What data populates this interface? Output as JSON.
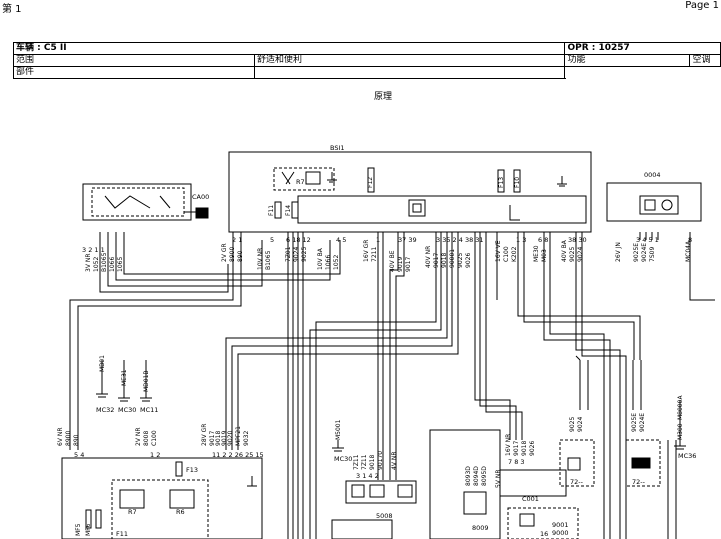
{
  "page_header": {
    "left": "第 1",
    "right": "Page 1"
  },
  "info_table": {
    "vehicle_label": "车辆 : C5 II",
    "opr_label": "OPR : 10257",
    "scope_label": "范围",
    "scope_value": "舒适和便利",
    "function_label": "功能",
    "function_value": "空调",
    "component_label": "部件"
  },
  "principle_label": "原理",
  "components": {
    "bsi1": "BSI1",
    "ca00": "CA00",
    "c004": "0004",
    "c001": "C001",
    "c5008": "5008",
    "c8009": "8009",
    "f12": "F12",
    "f13_top": "F13",
    "f10": "F10",
    "f11_top": "F11",
    "f14": "F14",
    "r7_top": "R7",
    "f13_low": "F13",
    "r7_low": "R7",
    "r6": "R6",
    "f11_low": "F11",
    "n72a": "72--",
    "n72b": "72--",
    "n16": "16",
    "n9001": "9001",
    "n9000": "9000"
  },
  "grounds": {
    "mb01": "MB01",
    "me31": "ME31",
    "md01b": "MD01B",
    "mc32": "MC32",
    "mc30": "MC30",
    "mc11": "MC11",
    "m5001": "M5001",
    "mc30b": "MC30",
    "m8000a": "M8000A",
    "m300": "M300",
    "mc36": "MC36",
    "mc04a": "MC04A"
  },
  "connectors": {
    "ca00_conn": "3V NR",
    "ca00_wires": [
      "1052",
      "B1065",
      "1066",
      "1065"
    ],
    "bsi_c1": "2V GR",
    "bsi_c1_wires": [
      "8900",
      "890"
    ],
    "bsi_c2": "10V NR",
    "bsi_c2_wires": [
      "B1065"
    ],
    "bsi_c3_wires": [
      "7Z01",
      "9024",
      "9025"
    ],
    "bsi_c4": "10V BA",
    "bsi_c4_wires": [
      "1066",
      "1052"
    ],
    "bsi_c5": "16V GR",
    "bsi_c5_wires": [
      "7211"
    ],
    "bsi_c6": "40V BE",
    "bsi_c6_wires": [
      "9019",
      "9017"
    ],
    "bsi_c7": "40V NR",
    "bsi_c7_wires": [
      "9017",
      "9018",
      "90001",
      "9025",
      "9026"
    ],
    "bsi_c8": "16V VE",
    "bsi_c8_wires": [
      "C100",
      "K202"
    ],
    "bsi_c9_wires": [
      "ME30",
      "M03"
    ],
    "bsi_c10": "40V BA",
    "bsi_c10_wires": [
      "9025",
      "9024"
    ],
    "c004_conn": "26V JN",
    "c004_wires": [
      "9025E",
      "9024E",
      "7S09"
    ],
    "pin_rows": {
      "ca00": "3 2 1 1",
      "bsi_a": "2 1",
      "bsi_b": "5",
      "bsi_c": "6 18 12",
      "bsi_d": "4 5",
      "bsi_e": "1",
      "bsi_f": "37 39",
      "bsi_g": "3 35 2 4 38 31",
      "bsi_h": "1 3",
      "bsi_i": "6 8",
      "bsi_j": "38 30",
      "c004": "3 4 5 1",
      "c004_b": "8"
    },
    "low_left": "6V NR",
    "low_left_wires": [
      "8900",
      "890"
    ],
    "low_left_pins": "5 4",
    "low_mid": "2V NR",
    "low_mid_wires": [
      "8008",
      "C100"
    ],
    "low_mid_pins": "1 2",
    "low_right": "28V GR",
    "low_right_wires": [
      "9017",
      "9018",
      "9019",
      "9020",
      "MPF21",
      "9032"
    ],
    "low_right_pins": "11 2 2 26 25 15",
    "c5008_conn": "4V NR",
    "c5008_wires": [
      "7Z11",
      "7Z11",
      "9018",
      "90170"
    ],
    "c5008_pins": "3 1 4 2",
    "c8009_wires": [
      "8093D",
      "8094D",
      "8095D"
    ],
    "c001_conn": "16V NR",
    "c001_wires": [
      "9017",
      "9018",
      "9026"
    ],
    "c001_pins": "7 8 3",
    "c001_side": "5V NR",
    "c72a_wires": [
      "9025",
      "9024"
    ],
    "c72b_wires": [
      "9025E",
      "9024E"
    ],
    "left_edge": [
      "MF5",
      "MF6"
    ]
  }
}
